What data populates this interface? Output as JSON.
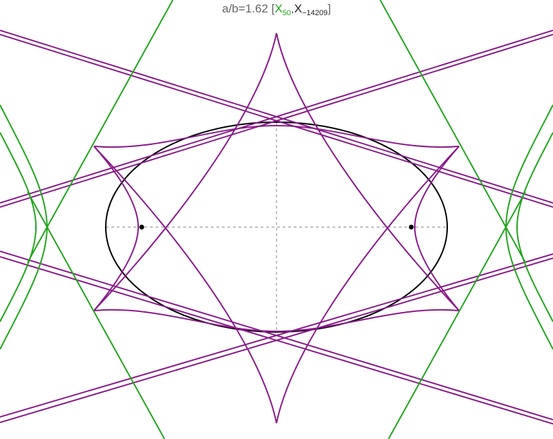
{
  "caption": {
    "prefix": "a/b=1.62 [",
    "green_symbol": "X",
    "green_index": "50",
    "separator": ",",
    "black_symbol": "X",
    "black_index": "−14209",
    "suffix": "]"
  },
  "colors": {
    "ellipse": "#000000",
    "axes": "#9a9a9a",
    "purple": "#8a1a8a",
    "green": "#22a51e",
    "caption": "#666666"
  }
}
